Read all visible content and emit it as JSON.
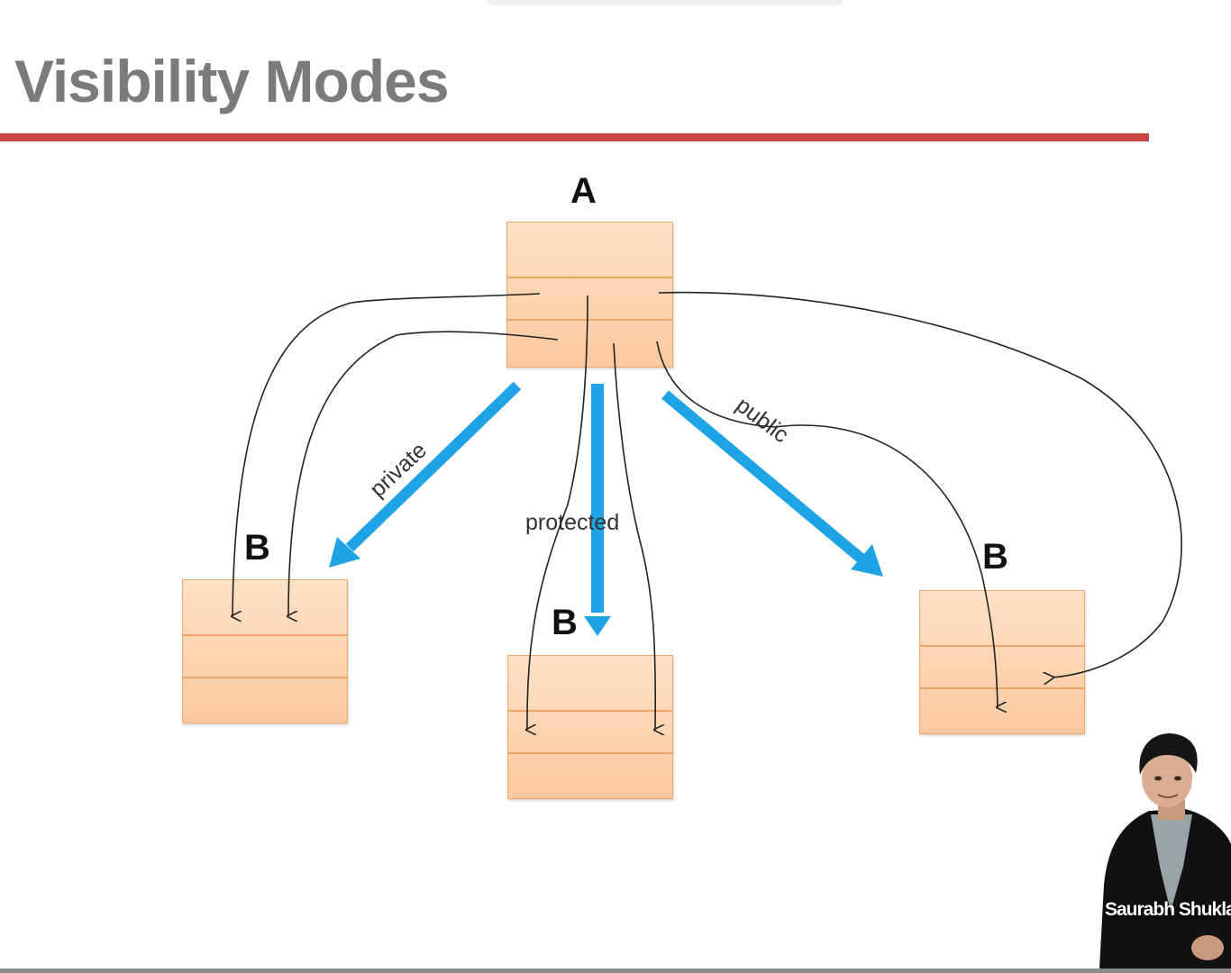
{
  "slide": {
    "title": "Visibility Modes"
  },
  "diagram": {
    "base_class_label": "A",
    "derived_class_label_left": "B",
    "derived_class_label_middle": "B",
    "derived_class_label_right": "B",
    "arrow_labels": {
      "left": "private",
      "middle": "protected",
      "right": "public"
    },
    "colors": {
      "inheritance_arrow": "#1ea3e6",
      "class_box_fill": "#fbc9a0",
      "class_box_border": "#f3a96a",
      "title_rule": "#c64540"
    }
  },
  "presenter": {
    "name": "Saurabh Shukla"
  }
}
